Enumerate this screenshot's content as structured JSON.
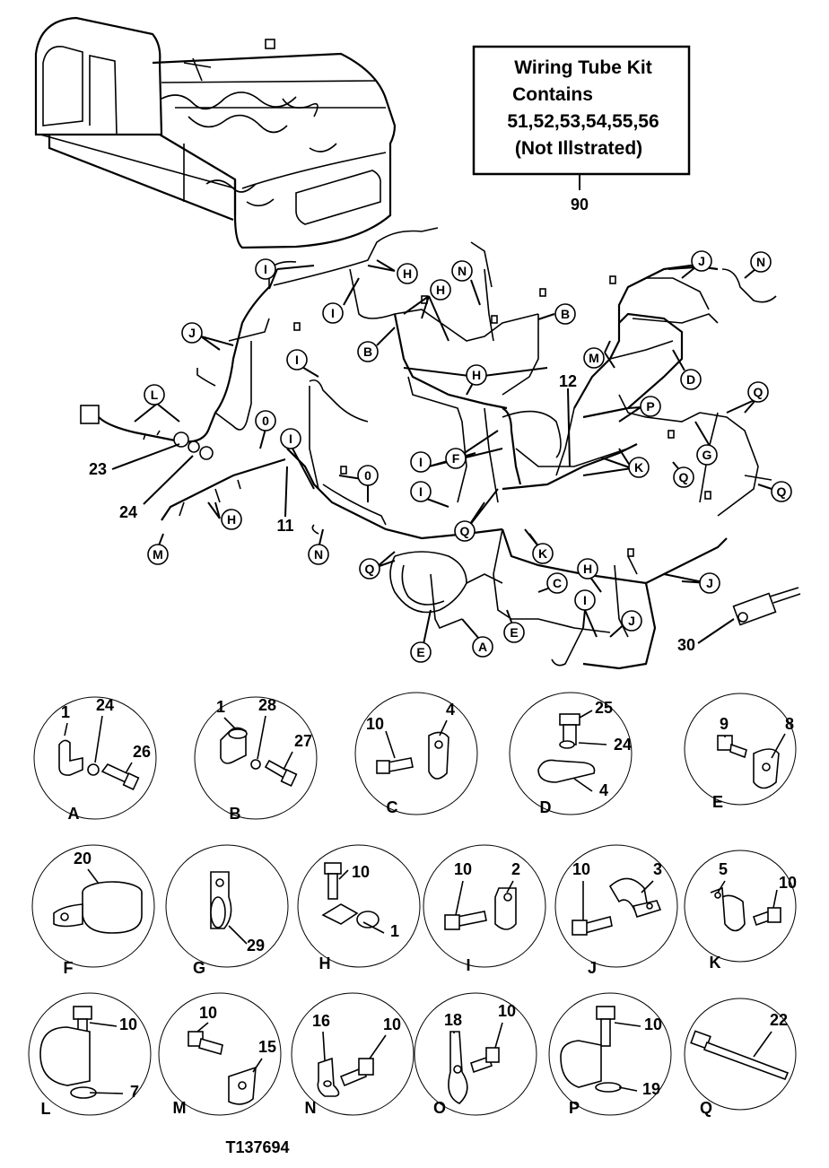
{
  "kit_box": {
    "lines": [
      "Wiring Tube Kit",
      "Contains",
      "51,52,53,54,55,56",
      "(Not Illstrated)"
    ],
    "ref": "90"
  },
  "callouts": {
    "i1": "I",
    "h1": "H",
    "i2": "I",
    "h2": "H",
    "n1": "N",
    "b1": "B",
    "b2": "B",
    "j1": "J",
    "h3": "H",
    "l1": "L",
    "o1": "0",
    "i3": "I",
    "i4": "I",
    "f1": "F",
    "o2": "0",
    "i5": "I",
    "q1": "Q",
    "n2": "N",
    "h4": "H",
    "m1": "M",
    "q2": "Q",
    "e1": "E",
    "a1": "A",
    "e2": "E",
    "c1": "C",
    "h5": "H",
    "i6": "I",
    "j2": "J",
    "j3": "J",
    "n3": "N",
    "m2": "M",
    "d1": "D",
    "p1": "P",
    "g1": "G",
    "q3": "Q",
    "q4": "Q",
    "q5": "Q",
    "k1": "K",
    "k2": "K",
    "j4": "J"
  },
  "part_numbers": {
    "p23": "23",
    "p24": "24",
    "p11": "11",
    "p12": "12",
    "p30": "30"
  },
  "details": [
    {
      "letter": "A",
      "parts": [
        "1",
        "24",
        "26"
      ]
    },
    {
      "letter": "B",
      "parts": [
        "1",
        "28",
        "27"
      ]
    },
    {
      "letter": "C",
      "parts": [
        "10",
        "4"
      ]
    },
    {
      "letter": "D",
      "parts": [
        "25",
        "24",
        "4"
      ]
    },
    {
      "letter": "E",
      "parts": [
        "9",
        "8"
      ]
    },
    {
      "letter": "F",
      "parts": [
        "20"
      ]
    },
    {
      "letter": "G",
      "parts": [
        "29"
      ]
    },
    {
      "letter": "H",
      "parts": [
        "10",
        "1"
      ]
    },
    {
      "letter": "I",
      "parts": [
        "10",
        "2"
      ]
    },
    {
      "letter": "J",
      "parts": [
        "10",
        "3"
      ]
    },
    {
      "letter": "K",
      "parts": [
        "5",
        "10"
      ]
    },
    {
      "letter": "L",
      "parts": [
        "10",
        "7"
      ]
    },
    {
      "letter": "M",
      "parts": [
        "10",
        "15"
      ]
    },
    {
      "letter": "N",
      "parts": [
        "16",
        "10"
      ]
    },
    {
      "letter": "O",
      "parts": [
        "18",
        "10"
      ]
    },
    {
      "letter": "P",
      "parts": [
        "10",
        "19"
      ]
    },
    {
      "letter": "Q",
      "parts": [
        "22"
      ]
    }
  ],
  "figure_id": "T137694"
}
